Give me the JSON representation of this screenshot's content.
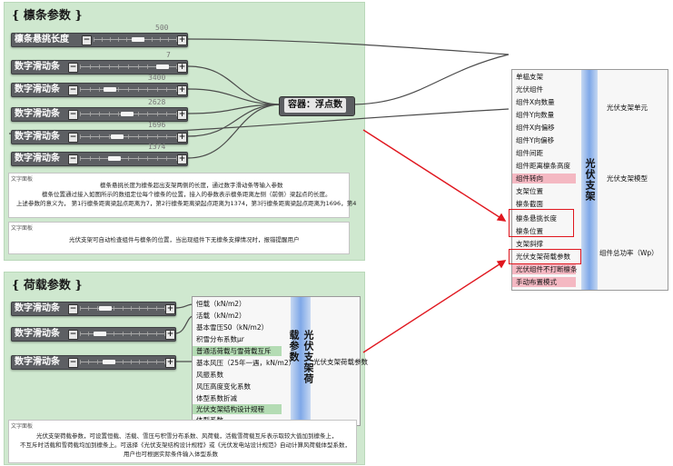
{
  "purlin_group": {
    "title": "{ 檩条参数 }",
    "sliders": [
      {
        "label": "檩条悬挑长度",
        "value": "500"
      },
      {
        "label": "数字滑动条",
        "value": "7"
      },
      {
        "label": "数字滑动条",
        "value": "3400"
      },
      {
        "label": "数字滑动条",
        "value": "2628"
      },
      {
        "label": "数字滑动条",
        "value": "1696"
      },
      {
        "label": "数字滑动条",
        "value": "1374"
      }
    ],
    "container_label": "容器：浮点数",
    "panel1": {
      "title": "文字面板",
      "lines": [
        "檩条悬挑长度为檩条超出支架两侧的长度，通过数字滑动条等输入参数",
        "檩条位置通过接入如图所示的数组定位每个檩条的位置，接入的参数表示檩条距离左侧（前侧）梁起点的长度。",
        "上述参数的意义为，  第1行檩条距离梁起点距离为7，第2行檩条距离梁起点距离为1374，第3行檩条距离梁起点距离为1696，第4"
      ]
    },
    "panel2": {
      "title": "文字面板",
      "lines": [
        "光伏支架可自动检查组件与檩条的位置，当出现组件下无檩条支撑情况时，报错提醒用户"
      ]
    }
  },
  "load_group": {
    "title": "{ 荷载参数 }",
    "sliders": [
      {
        "label": "数字滑动条"
      },
      {
        "label": "数字滑动条"
      },
      {
        "label": "数字滑动条"
      }
    ],
    "component": {
      "name": "光伏支架荷载参数",
      "inputs": [
        {
          "label": "恒载（kN/m2）",
          "hl": ""
        },
        {
          "label": "活载（kN/m2）",
          "hl": ""
        },
        {
          "label": "基本雪压S0（kN/m2）",
          "hl": ""
        },
        {
          "label": "积雪分布系数μr",
          "hl": ""
        },
        {
          "label": "普通活荷载与雪荷载互斥",
          "hl": "green"
        },
        {
          "label": "基本风压（25年一遇，kN/m2）",
          "hl": ""
        },
        {
          "label": "风振系数",
          "hl": ""
        },
        {
          "label": "风压高度变化系数",
          "hl": ""
        },
        {
          "label": "体型系数折减",
          "hl": ""
        },
        {
          "label": "光伏支架结构设计规程",
          "hl": "green"
        },
        {
          "label": "体型系数",
          "hl": ""
        }
      ],
      "output": "光伏支架荷载参数"
    },
    "panel": {
      "title": "文字面板",
      "lines": [
        "光伏支架荷载参数，可设置恒载、活载、雪压与积雪分布系数、风荷载，活载雪荷载互斥表示取较大值加到檩条上，",
        "不互斥时活载和雪荷载均加到檩条上。可选择《光伏支架结构设计规程》或《光伏发电站设计规范》自动计算风荷载体型系数，",
        "用户也可根据实际条件输入体型系数"
      ]
    }
  },
  "pv_component": {
    "name": "光伏支架",
    "inputs": [
      {
        "label": "单榀支架",
        "hl": ""
      },
      {
        "label": "光伏组件",
        "hl": ""
      },
      {
        "label": "组件X向数量",
        "hl": ""
      },
      {
        "label": "组件Y向数量",
        "hl": ""
      },
      {
        "label": "组件X向偏移",
        "hl": ""
      },
      {
        "label": "组件Y向偏移",
        "hl": ""
      },
      {
        "label": "组件间距",
        "hl": ""
      },
      {
        "label": "组件距离檩条高度",
        "hl": ""
      },
      {
        "label": "组件转向",
        "hl": "red"
      },
      {
        "label": "支架位置",
        "hl": ""
      },
      {
        "label": "檩条截面",
        "hl": ""
      },
      {
        "label": "檩条悬挑长度",
        "hl": ""
      },
      {
        "label": "檩条位置",
        "hl": ""
      },
      {
        "label": "支架斜撑",
        "hl": ""
      },
      {
        "label": "光伏支架荷载参数",
        "hl": ""
      },
      {
        "label": "光伏组件不打断檩条",
        "hl": "red"
      },
      {
        "label": "手动布置模式",
        "hl": "red"
      }
    ],
    "outputs": [
      "光伏支架单元",
      "光伏支架模型",
      "组件总功率（Wp）"
    ]
  },
  "colors": {
    "annotation": "#e0161e",
    "group": "#cfe8cf",
    "slider": "#5d5f63"
  }
}
